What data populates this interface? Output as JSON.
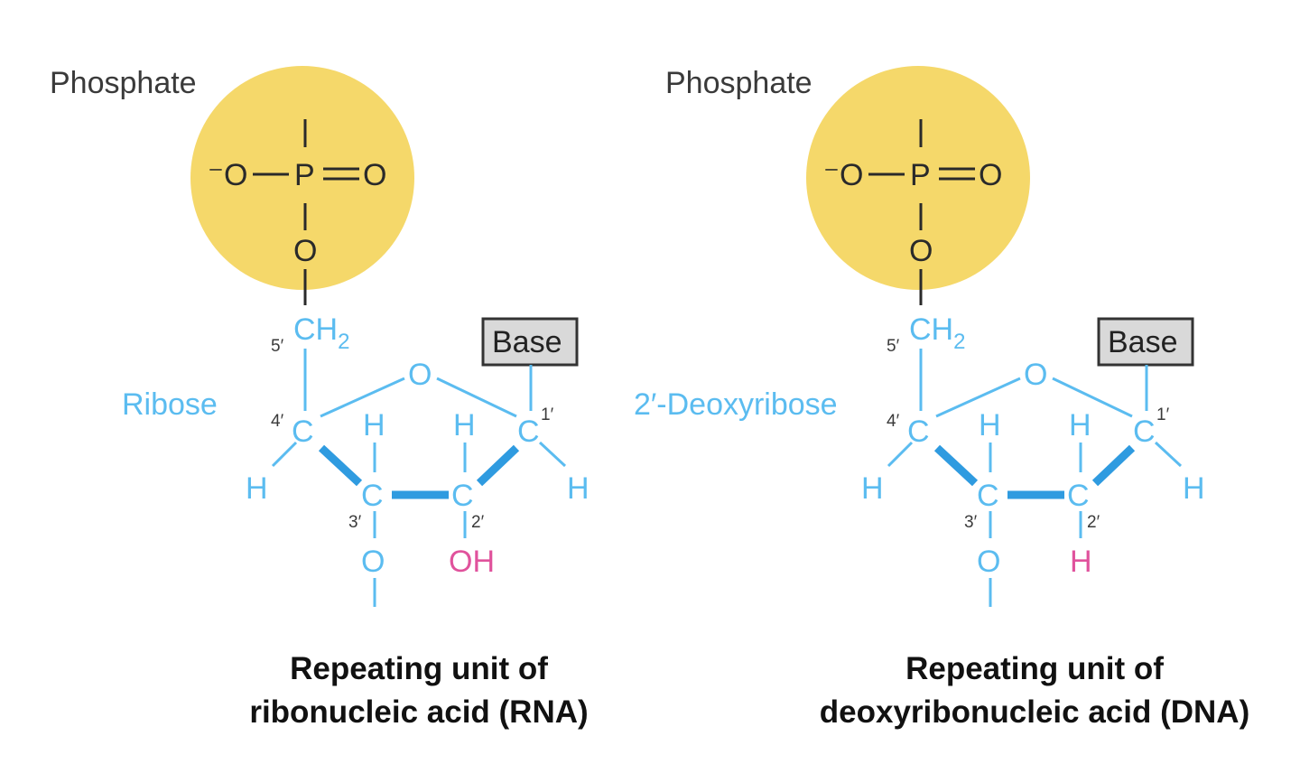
{
  "units": [
    {
      "id": "rna",
      "phosphate_label": "Phosphate",
      "sugar_label": "Ribose",
      "atoms": {
        "o_minus": "⁻O",
        "p": "P",
        "o_double": "O",
        "o_bottom": "O",
        "ch": "CH",
        "ch_sub": "2",
        "ring_o": "O",
        "c4": "C",
        "c1": "C",
        "c3": "C",
        "c2": "C",
        "h4": "H",
        "h1": "H",
        "h3": "H",
        "h2": "H",
        "o3": "O",
        "two_prime_group": "OH"
      },
      "positions": {
        "p5": "5′",
        "p4": "4′",
        "p1": "1′",
        "p3": "3′",
        "p2": "2′"
      },
      "base_label": "Base",
      "caption_line1": "Repeating unit of",
      "caption_line2": "ribonucleic acid (RNA)"
    },
    {
      "id": "dna",
      "phosphate_label": "Phosphate",
      "sugar_label": "2′-Deoxyribose",
      "atoms": {
        "o_minus": "⁻O",
        "p": "P",
        "o_double": "O",
        "o_bottom": "O",
        "ch": "CH",
        "ch_sub": "2",
        "ring_o": "O",
        "c4": "C",
        "c1": "C",
        "c3": "C",
        "c2": "C",
        "h4": "H",
        "h1": "H",
        "h3": "H",
        "h2": "H",
        "o3": "O",
        "two_prime_group": "H"
      },
      "positions": {
        "p5": "5′",
        "p4": "4′",
        "p1": "1′",
        "p3": "3′",
        "p2": "2′"
      },
      "base_label": "Base",
      "caption_line1": "Repeating unit of",
      "caption_line2": "deoxyribonucleic acid (DNA)"
    }
  ],
  "colors": {
    "phosphate_fill": "#f5d86a",
    "sugar": "#5bbcf0",
    "highlight": "#e0529c",
    "base_box": "#d9d9d9"
  }
}
